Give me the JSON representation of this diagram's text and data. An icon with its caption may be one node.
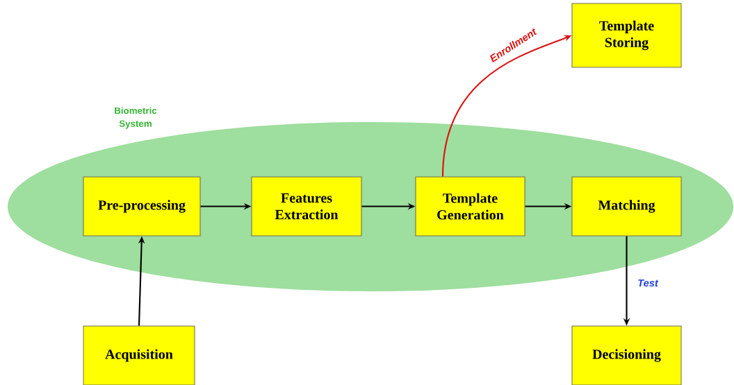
{
  "diagram": {
    "nodes": [
      {
        "text": [
          "Biometric System"
        ]
      },
      {
        "text": [
          "Pre-processing"
        ],
        "in": 0
      },
      {
        "text": [
          "Features Extraction"
        ],
        "in": 0
      },
      {
        "text": [
          "Template Generation"
        ],
        "in": 0
      },
      {
        "text": [
          "Matching"
        ],
        "in": 0
      },
      {
        "text": [
          "Template Storing"
        ]
      },
      {
        "text": [
          "Acquisition"
        ]
      },
      {
        "text": [
          "Decisioning"
        ]
      }
    ],
    "edges": [
      {
        "from": 6,
        "to": 1,
        "arrow": "to"
      },
      {
        "from": 1,
        "to": 2,
        "arrow": "to"
      },
      {
        "from": 2,
        "to": 3,
        "arrow": "to"
      },
      {
        "from": 3,
        "to": 4,
        "arrow": "to"
      },
      {
        "from": 3,
        "to": 5,
        "arrow": "to",
        "label": "Enrollment",
        "color": "#dd1111"
      },
      {
        "from": 4,
        "to": 7,
        "arrow": "to",
        "label": "Test"
      }
    ]
  }
}
